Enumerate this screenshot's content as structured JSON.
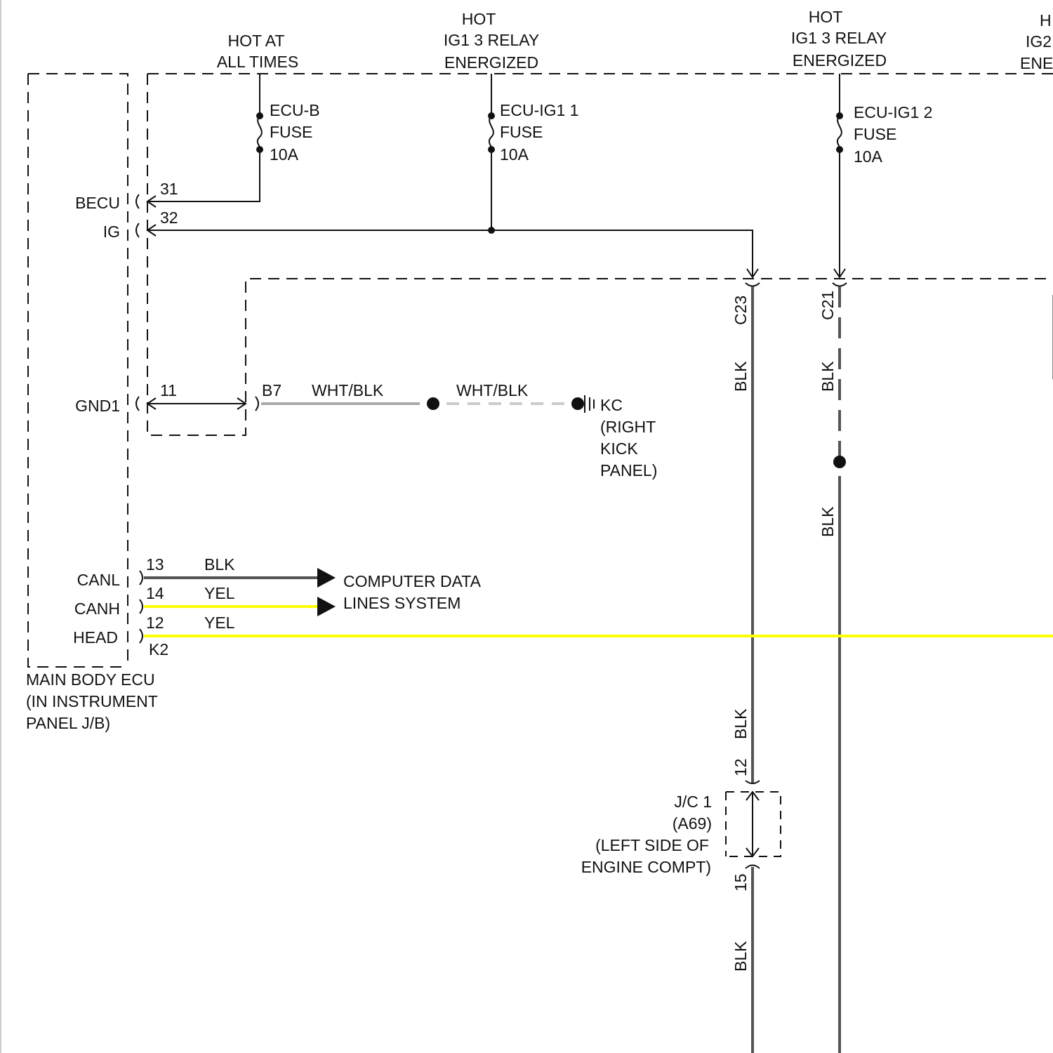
{
  "colors": {
    "background": "#ffffff",
    "line": "#111111",
    "blk_wire": "#555555",
    "yel_wire": "#ffff00",
    "wht_blk_wire": "#aaaaaa",
    "page_border": "#cccccc"
  },
  "power_sources": {
    "hot_at_all_times": [
      "HOT AT",
      "ALL TIMES"
    ],
    "ig1_relay_a": [
      "HOT",
      "IG1 3 RELAY",
      "ENERGIZED"
    ],
    "ig1_relay_b": [
      "HOT",
      "IG1 3 RELAY",
      "ENERGIZED"
    ],
    "ig2_partial": [
      "H",
      "IG2",
      "ENE"
    ]
  },
  "fuses": {
    "ecu_b": [
      "ECU-B",
      "FUSE",
      "10A"
    ],
    "ecu_ig1_1": [
      "ECU-IG1 1",
      "FUSE",
      "10A"
    ],
    "ecu_ig1_2": [
      "ECU-IG1 2",
      "FUSE",
      "10A"
    ]
  },
  "main_body_ecu": {
    "label": [
      "MAIN BODY ECU",
      "(IN INSTRUMENT",
      "PANEL J/B)"
    ],
    "pins": {
      "becu": {
        "name": "BECU",
        "number": "31"
      },
      "ig": {
        "name": "IG",
        "number": "32"
      },
      "gnd1": {
        "name": "GND1",
        "number": "11"
      },
      "canl": {
        "name": "CANL",
        "number": "13",
        "wire": "BLK"
      },
      "canh": {
        "name": "CANH",
        "number": "14",
        "wire": "YEL"
      },
      "head": {
        "name": "HEAD",
        "number": "12",
        "wire": "YEL"
      }
    },
    "connector_k2": "K2"
  },
  "ground_circuit": {
    "connector": "B7",
    "wire_1": "WHT/BLK",
    "wire_2": "WHT/BLK",
    "ground_point": [
      "KC",
      "(RIGHT",
      "KICK",
      "PANEL)"
    ]
  },
  "computer_data": [
    "COMPUTER DATA",
    "LINES SYSTEM"
  ],
  "connectors": {
    "c23": "C23",
    "c21": "C21",
    "blk_labels": [
      "BLK",
      "BLK",
      "BLK",
      "BLK",
      "BLK"
    ]
  },
  "junction": {
    "label": [
      "J/C 1",
      "(A69)",
      "(LEFT SIDE OF",
      "ENGINE COMPT)"
    ],
    "pin_top": "12",
    "pin_bottom": "15"
  }
}
